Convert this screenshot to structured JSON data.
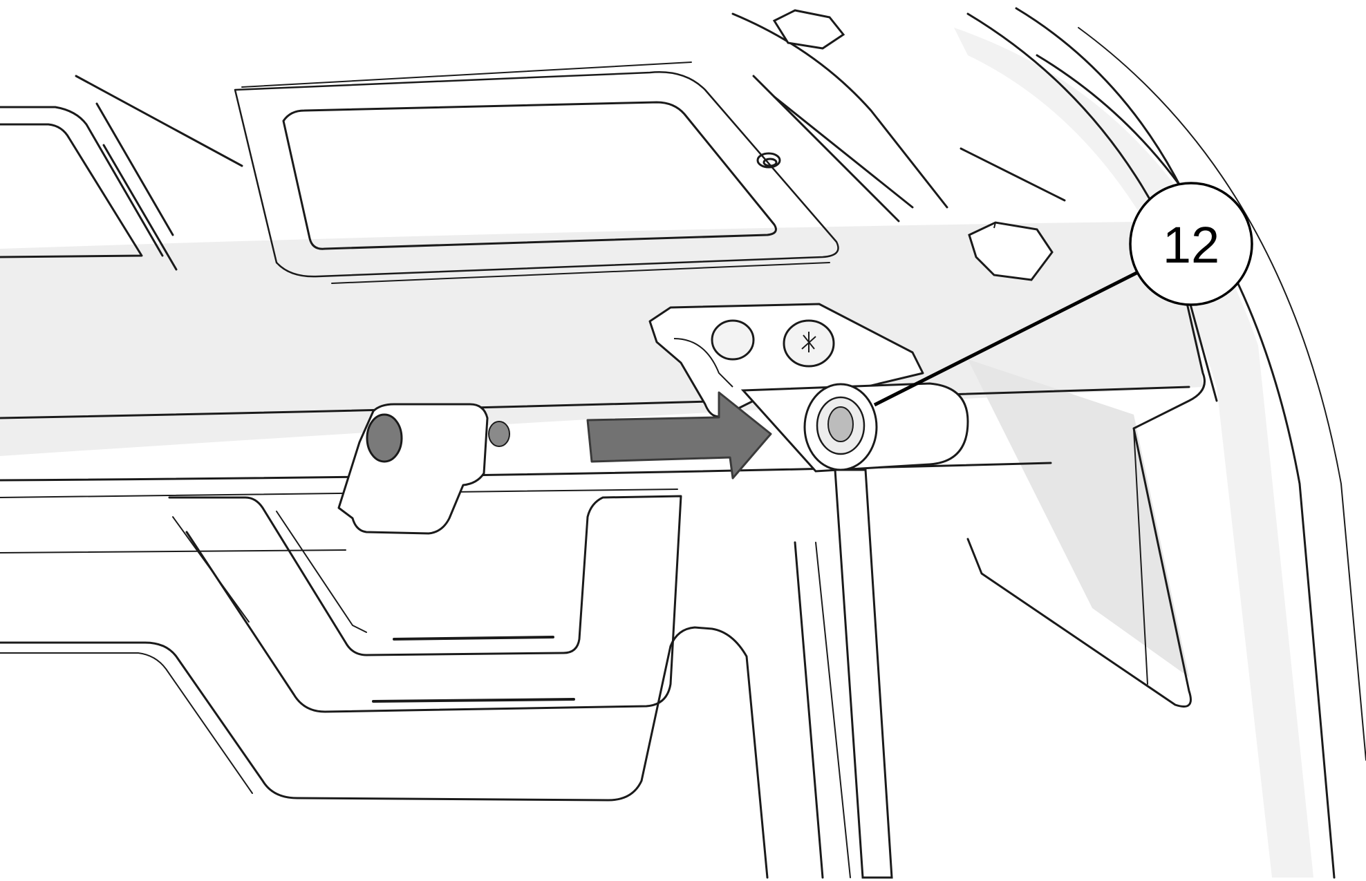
{
  "diagram": {
    "callout": {
      "number": "12"
    },
    "colors": {
      "outline": "#1a1a1a",
      "part_fill": "#ffffff",
      "shade": "#ececec",
      "shade_dark": "#d4d4d4",
      "arrow_fill": "#727272",
      "arrow_stroke": "#3a3a3a",
      "pin_fill": "#7a7a7a"
    },
    "indicator": {
      "type": "direction-arrow",
      "direction": "right"
    }
  }
}
